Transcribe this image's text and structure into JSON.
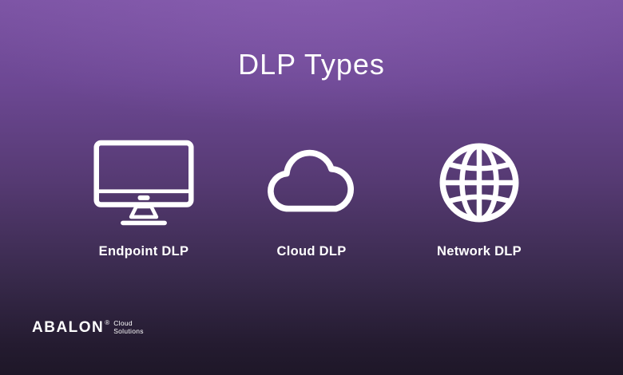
{
  "title": "DLP Types",
  "items": [
    {
      "icon": "monitor-icon",
      "label": "Endpoint DLP"
    },
    {
      "icon": "cloud-icon",
      "label": "Cloud DLP"
    },
    {
      "icon": "globe-icon",
      "label": "Network DLP"
    }
  ],
  "logo": {
    "brand": "ABALON",
    "reg": "®",
    "tagline_line1": "Cloud",
    "tagline_line2": "Solutions"
  },
  "colors": {
    "background_top": "#7b53a3",
    "background_bottom": "#1e1728",
    "icon": "#ffffff",
    "text": "#ffffff"
  }
}
